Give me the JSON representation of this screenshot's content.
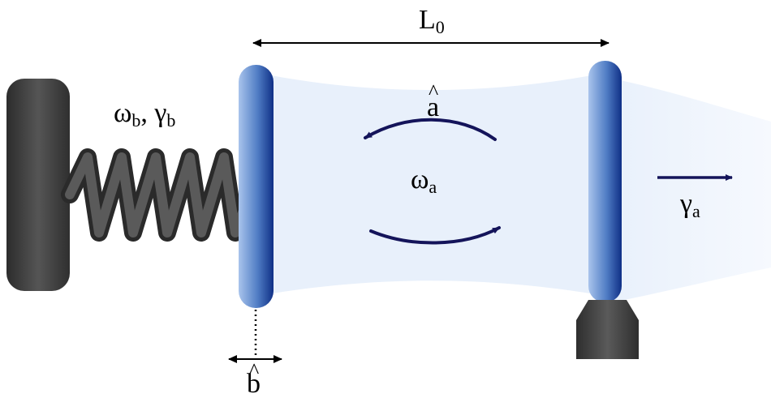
{
  "labels": {
    "cavity_length": {
      "main": "L",
      "sub": "0"
    },
    "mechanical_mode": {
      "omega": "ω",
      "omega_sub": "b",
      "separator": ", ",
      "gamma": "γ",
      "gamma_sub": "b"
    },
    "cavity_operator": {
      "main": "a",
      "hat": "^"
    },
    "cavity_frequency": {
      "main": "ω",
      "sub": "a"
    },
    "cavity_decay": {
      "main": "γ",
      "sub": "a"
    },
    "mirror_operator": {
      "main": "b",
      "hat": "^"
    }
  },
  "colors": {
    "beam": "#e8f0fb",
    "mirror_dark": "#0f2f86",
    "mirror_light": "#a9c4ec",
    "arrow": "#14145a",
    "spring": "#4a4a4a",
    "wall": "#3c3c3c",
    "mount": "#3c3c3c"
  }
}
